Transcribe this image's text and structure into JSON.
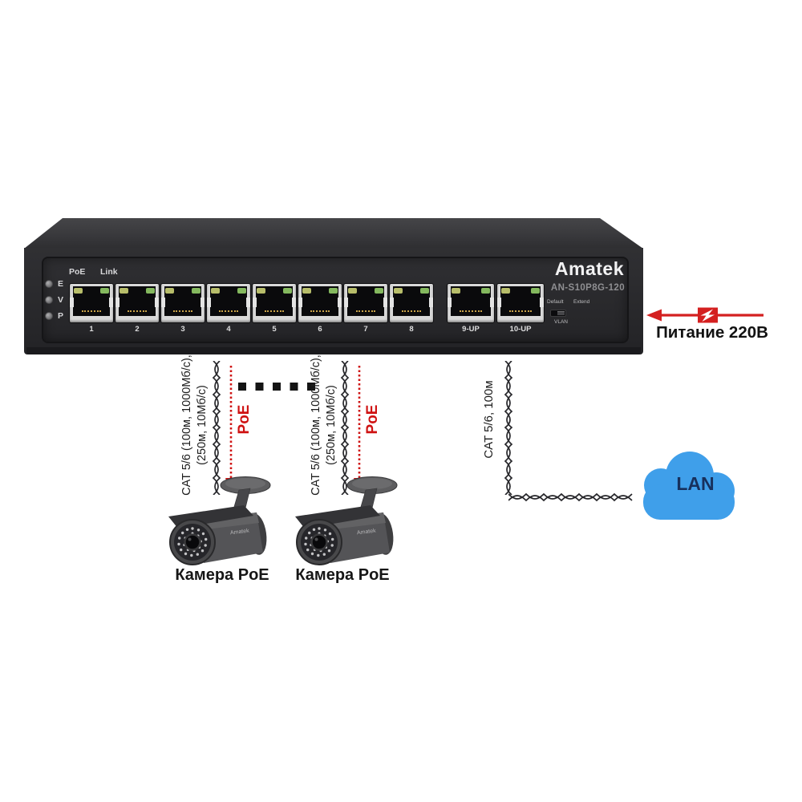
{
  "device": {
    "brand": "Amatek",
    "model": "AN-S10P8G-120",
    "led_column": [
      "E",
      "V",
      "P"
    ],
    "port_header": {
      "poe": "PoE",
      "link": "Link"
    },
    "ports": [
      "1",
      "2",
      "3",
      "4",
      "5",
      "6",
      "7",
      "8",
      "9-UP",
      "10-UP"
    ],
    "toggle": {
      "left": "Default",
      "right": "Extend",
      "bottom": "VLAN"
    }
  },
  "power": {
    "label": "Питание 220В"
  },
  "poe_runs": [
    {
      "cable_label_line1": "CAT 5/6 (100м, 1000Мб/с),",
      "cable_label_line2": "(250м, 10Мб/с)",
      "arrow_label": "PoE"
    },
    {
      "cable_label_line1": "CAT 5/6 (100м, 1000Мб/с),",
      "cable_label_line2": "(250м, 10Мб/с)",
      "arrow_label": "PoE"
    }
  ],
  "uplink_run": {
    "cable_label": "CAT 5/6, 100м"
  },
  "cameras": [
    {
      "label": "Камера PoE",
      "brand": "Amatek"
    },
    {
      "label": "Камера PoE",
      "brand": "Amatek"
    }
  ],
  "lan": {
    "label": "LAN"
  },
  "colors": {
    "accent_red": "#d42020",
    "cloud_blue": "#3f9fea",
    "port_led_left": "#b7bd6a",
    "port_led_right": "#84b85e",
    "chassis_dark": "#29292c"
  }
}
